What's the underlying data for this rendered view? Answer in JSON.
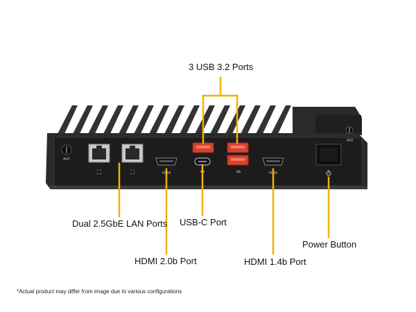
{
  "labels": {
    "usb32": "3 USB 3.2 Ports",
    "lan": "Dual 2.5GbE LAN Ports",
    "usbc": "USB-C Port",
    "hdmi20": "HDMI 2.0b Port",
    "hdmi14": "HDMI 1.4b Port",
    "power": "Power Button"
  },
  "panel_text": {
    "ant_left": "ANT",
    "ant_right": "ANT",
    "hdmi_left": "HDMI",
    "hdmi_right": "HDMI"
  },
  "footnote": "*Actual product may differ from image due to various configurations",
  "colors": {
    "callout": "#f0b400",
    "chassis": "#2b2b2b",
    "usb_red": "#d9412f",
    "lan_gray": "#b8b8b8"
  }
}
